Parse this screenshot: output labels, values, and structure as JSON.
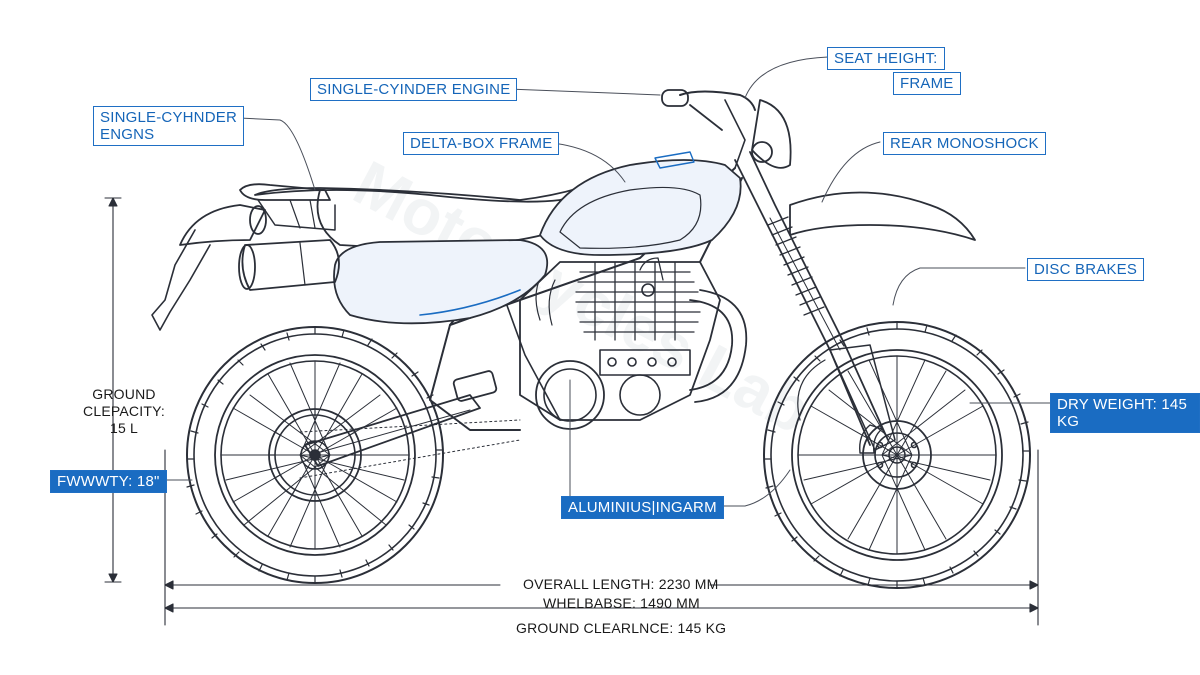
{
  "watermark": "Motorcycles Lab",
  "labels": {
    "single_cyl_left": "SINGLE-CYHNDER\nENGNS",
    "single_cyl_top": "SINGLE-CYINDER ENGINE",
    "delta_box": "DELTA-BOX FRAME",
    "seat_height": "SEAT HEIGHT:",
    "frame": "FRAME",
    "rear_monoshock": "REAR MONOSHOCK",
    "disc_brakes": "DISC BRAKES",
    "dry_weight": "DRY WEIGHT: 145 KG",
    "wheel": "FWWWTY: 18\"",
    "swingarm": "ALUMINIUS|INGARM"
  },
  "dimensions": {
    "ground_capacity": "GROUND\nCLEPACITY:\n15 L",
    "overall_length": "OVERALL LENGTH: 2230 MM",
    "wheelbase": "WHELBABSE: 1490 MM",
    "ground_clearance": "GROUND CLEARLNCE: 145 KG"
  },
  "colors": {
    "line": "#2b2f38",
    "accent": "#1a6cc2",
    "tank_tint": "#eef3fb"
  }
}
